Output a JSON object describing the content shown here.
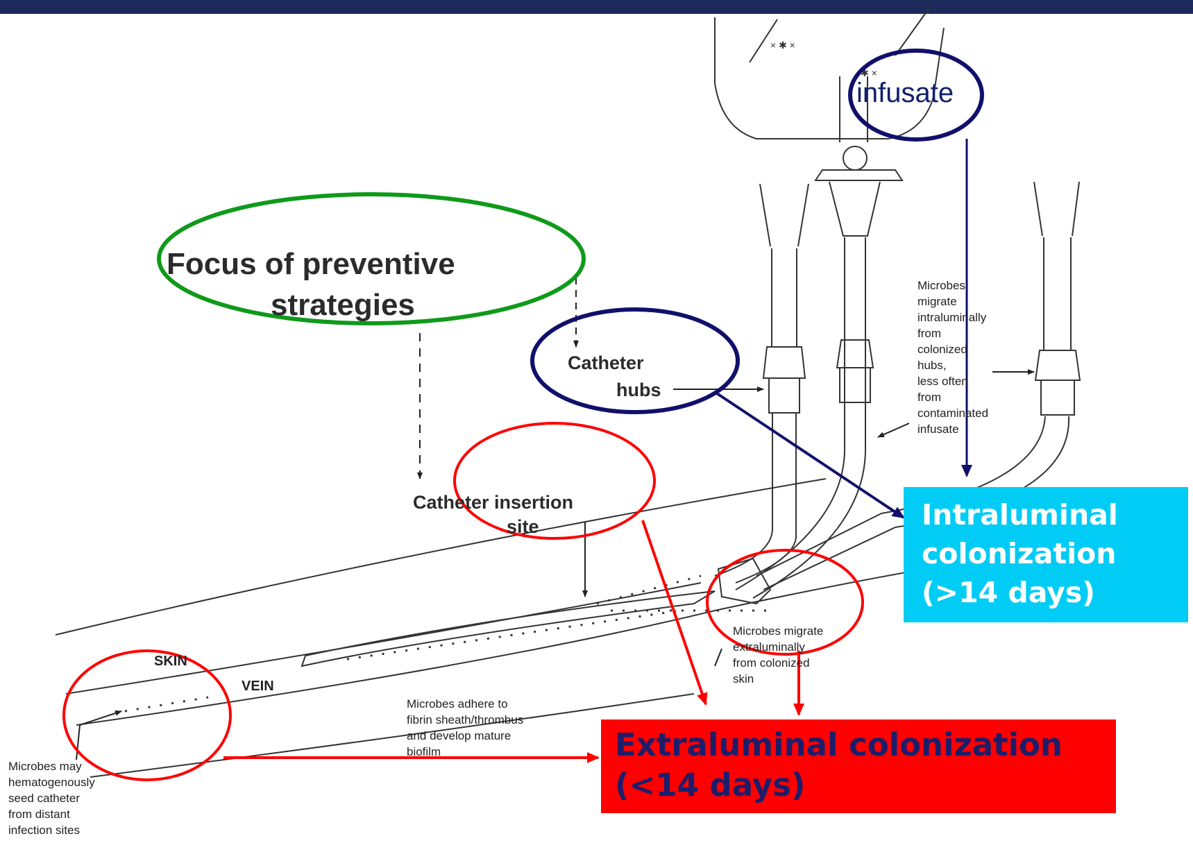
{
  "labels": {
    "infusate": "infusate",
    "focus_line1": "Focus of preventive",
    "focus_line2": "strategies",
    "catheter_hubs_line1": "Catheter",
    "catheter_hubs_line2": "hubs",
    "insertion_line1": "Catheter insertion",
    "insertion_line2": "site",
    "skin": "SKIN",
    "vein": "VEIN",
    "microbes_intraluminal": [
      "Microbes",
      "migrate",
      "intraluminally",
      "from",
      "colonized",
      "hubs,",
      "less often",
      "from",
      "contaminated",
      "infusate"
    ],
    "microbes_extraluminal": [
      "Microbes migrate",
      "extraluminally",
      "from colonized",
      "skin"
    ],
    "microbes_adhere": [
      "Microbes adhere to",
      "fibrin sheath/thrombus",
      "and develop mature",
      "biofilm"
    ],
    "microbes_hematogenous": [
      "Microbes may",
      "hematogenously",
      "seed catheter",
      "from distant",
      "infection sites"
    ]
  },
  "boxes": {
    "intraluminal_line1": "Intraluminal",
    "intraluminal_line2": "colonization",
    "intraluminal_line3": "(>14 days)",
    "extraluminal_line1": "Extraluminal colonization",
    "extraluminal_line2": "(<14 days)"
  },
  "colors": {
    "top_bar": "#1b2a5a",
    "green_ellipse": "#0f9a1a",
    "navy_ellipse": "#10106b",
    "red_ellipse": "#ff0000",
    "intraluminal_box": "#00ccf5",
    "extraluminal_box": "#fe0000",
    "box_text": "#1d1d6a"
  }
}
